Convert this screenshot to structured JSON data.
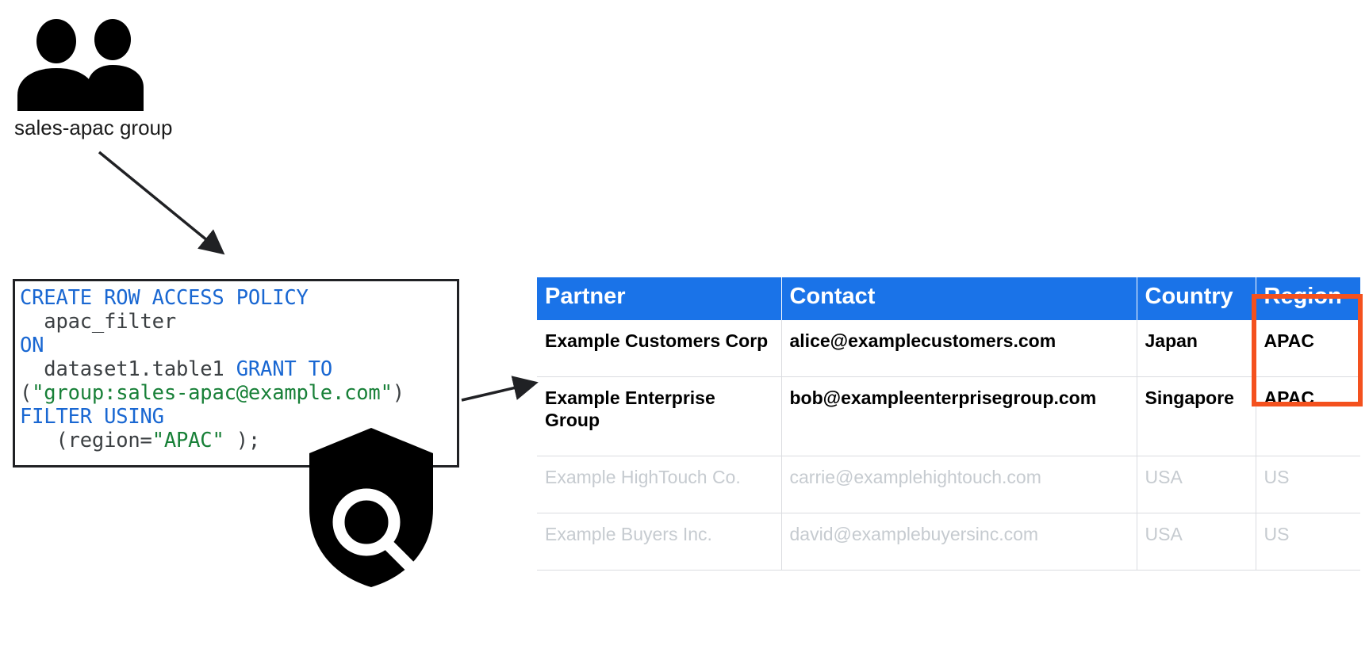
{
  "diagram": {
    "group_node": {
      "icon": "people-group-icon",
      "label": "sales-apac group"
    },
    "shield_node": {
      "icon": "shield-search-icon"
    },
    "arrows": [
      {
        "name": "arrow-group-to-policy",
        "from": "sales-apac group",
        "to": "row access policy code"
      },
      {
        "name": "arrow-policy-to-table",
        "from": "row access policy code",
        "to": "partner table"
      }
    ]
  },
  "code_block": {
    "name": "row-access-policy-sql",
    "tokens": [
      {
        "t": "CREATE ROW ACCESS POLICY",
        "k": "kw"
      },
      {
        "t": "\n  apac_filter\n",
        "k": "plain"
      },
      {
        "t": "ON",
        "k": "kw"
      },
      {
        "t": "\n  dataset1.table1 ",
        "k": "plain"
      },
      {
        "t": "GRANT TO",
        "k": "kw"
      },
      {
        "t": "\n(",
        "k": "plain"
      },
      {
        "t": "\"group:sales-apac@example.com\"",
        "k": "str"
      },
      {
        "t": ")\n",
        "k": "plain"
      },
      {
        "t": "FILTER USING",
        "k": "kw"
      },
      {
        "t": "\n   (region=",
        "k": "plain"
      },
      {
        "t": "\"APAC\"",
        "k": "str"
      },
      {
        "t": " );",
        "k": "plain"
      }
    ],
    "plain_text": "CREATE ROW ACCESS POLICY\n  apac_filter\nON\n  dataset1.table1 GRANT TO\n(\"group:sales-apac@example.com\")\nFILTER USING\n   (region=\"APAC\" );"
  },
  "table": {
    "name": "partner-table",
    "columns": [
      "Partner",
      "Contact",
      "Country",
      "Region"
    ],
    "rows": [
      {
        "state": "visible",
        "cells": [
          "Example Customers Corp",
          "alice@examplecustomers.com",
          "Japan",
          "APAC"
        ]
      },
      {
        "state": "visible",
        "cells": [
          "Example Enterprise Group",
          "bob@exampleenterprisegroup.com",
          "Singapore",
          "APAC"
        ]
      },
      {
        "state": "masked",
        "cells": [
          "Example HighTouch Co.",
          "carrie@examplehightouch.com",
          "USA",
          "US"
        ]
      },
      {
        "state": "masked",
        "cells": [
          "Example Buyers Inc.",
          "david@examplebuyersinc.com",
          "USA",
          "US"
        ]
      }
    ],
    "highlight": {
      "name": "region-highlight",
      "covers": [
        "row 1 Region",
        "row 2 Region"
      ],
      "color": "#f4511e"
    }
  },
  "colors": {
    "header_blue": "#1a73e8",
    "keyword_blue": "#1967d2",
    "string_green": "#188038",
    "masked_gray": "#c6cbd0",
    "grid_gray": "#dadce0",
    "highlight_red": "#f4511e",
    "ink": "#202124"
  }
}
